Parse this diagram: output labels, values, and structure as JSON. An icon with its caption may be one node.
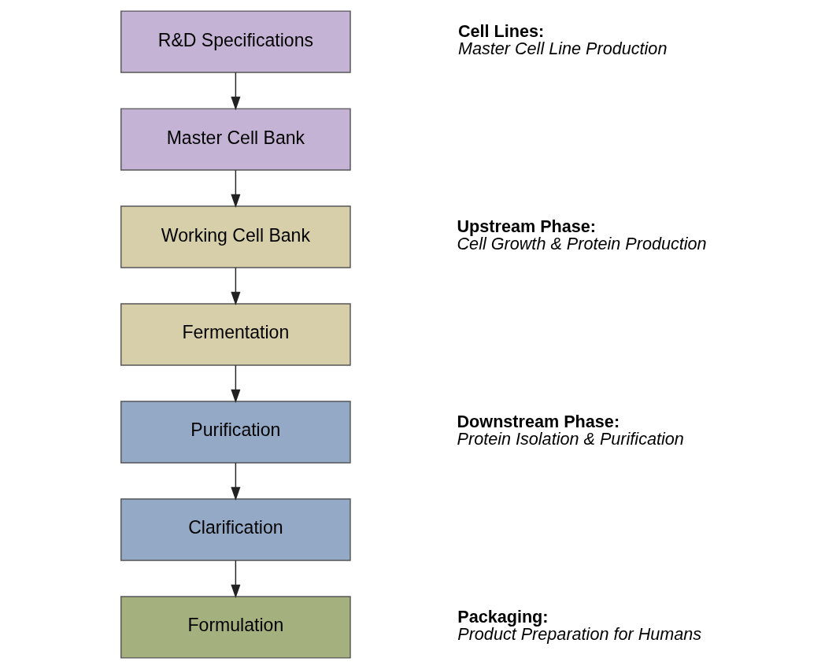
{
  "diagram": {
    "nodes": [
      {
        "text": [
          "R&D Specifications"
        ]
      },
      {
        "text": [
          "Master Cell Bank"
        ]
      },
      {
        "text": [
          "Working Cell Bank"
        ]
      },
      {
        "text": [
          "Fermentation"
        ]
      },
      {
        "text": [
          "Purification"
        ]
      },
      {
        "text": [
          "Clarification"
        ]
      },
      {
        "text": [
          "Formulation"
        ]
      }
    ],
    "edges": [
      {
        "from": 0,
        "to": 1,
        "arrow": "to"
      },
      {
        "from": 1,
        "to": 2,
        "arrow": "to"
      },
      {
        "from": 2,
        "to": 3,
        "arrow": "to"
      },
      {
        "from": 3,
        "to": 4,
        "arrow": "to"
      },
      {
        "from": 4,
        "to": 5,
        "arrow": "to"
      },
      {
        "from": 5,
        "to": 6,
        "arrow": "to"
      }
    ],
    "labels": [
      "Cell Lines:",
      "Master Cell Line Production",
      "Upstream Phase:",
      "Cell Growth & Protein Production",
      "Downstream Phase:",
      "Protein Isolation & Purification",
      "Packaging:",
      "Product Preparation for Humans"
    ]
  }
}
